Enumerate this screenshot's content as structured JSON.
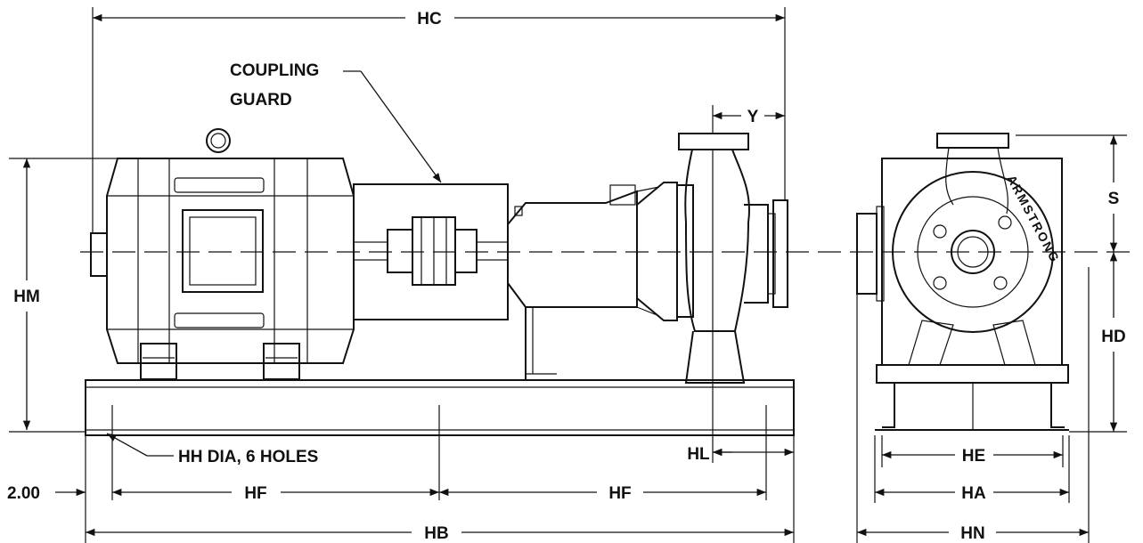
{
  "labels": {
    "hc": "HC",
    "coupling_guard_1": "COUPLING",
    "coupling_guard_2": "GUARD",
    "y": "Y",
    "s": "S",
    "hm": "HM",
    "hd": "HD",
    "hh_holes": "HH DIA, 6 HOLES",
    "hl": "HL",
    "offset": "2.00",
    "hf_left": "HF",
    "hf_right": "HF",
    "hb": "HB",
    "he": "HE",
    "ha": "HA",
    "hn": "HN",
    "brand": "ARMSTRONG"
  }
}
